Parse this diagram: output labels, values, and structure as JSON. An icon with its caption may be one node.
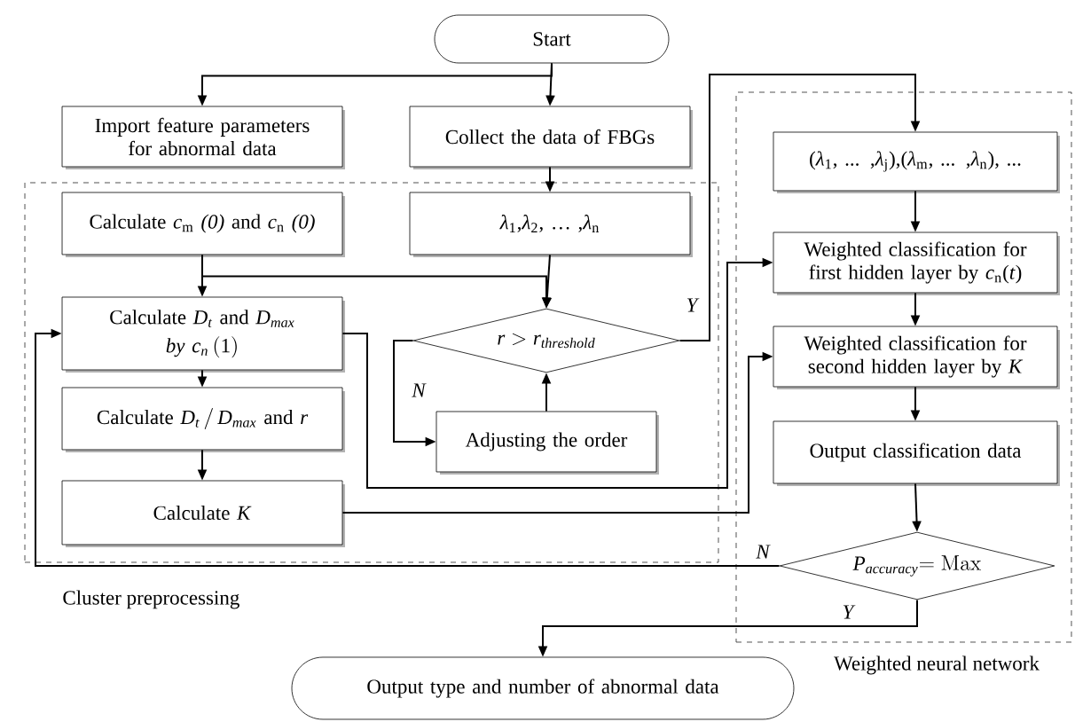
{
  "diagram": {
    "nodes": [
      {
        "text": [
          "Start"
        ]
      },
      {
        "text": [
          "Import feature parameters for abnormal data"
        ]
      },
      {
        "text": [
          "Collect the data of FBGs"
        ]
      },
      {
        "text": [
          "Cluster preprocessing"
        ]
      },
      {
        "text": [
          "Calculate *c*$_{m}$ *(0)* and *c*$_{n}$ *(0)*"
        ],
        "in": 3
      },
      {
        "text": [
          "*λ*$_{1}$,*λ*$_{2}$, … ,*λ*$_{n}$"
        ],
        "in": 3
      },
      {
        "text": [
          "\\begin{gathered}\\text{Calculate } D_t \\text{ and } D_{max}\\\\ by\\ c_n\\,(1)\\end{gathered}"
        ],
        "in": 3
      },
      {
        "text": [
          "r>r_{threshold}"
        ],
        "in": 3
      },
      {
        "text": [
          "Adjusting the order"
        ],
        "in": 3
      },
      {
        "text": [
          "\\text{Calculate } D_t\\,/\\,D_{max} \\text{ and } r"
        ],
        "in": 3
      },
      {
        "text": [
          "Calculate *K*"
        ],
        "in": 3
      },
      {
        "text": [
          "Weighted neural network"
        ]
      },
      {
        "text": [
          "(*λ*$_{1}$, ... ,*λ*$_{j}$),(*λ*$_{m}$, ... ,*λ*$_{n}$), ..."
        ],
        "in": 11
      },
      {
        "text": [
          "Weighted classification for first hidden layer by *c*$_{n}$(*t*)"
        ],
        "in": 11
      },
      {
        "text": [
          "Weighted classification for second hidden layer by *K*"
        ],
        "in": 11
      },
      {
        "text": [
          "Output classification data"
        ],
        "in": 11
      },
      {
        "text": [
          "P_{accuracy}\\mathrm{=Max}"
        ],
        "in": 11
      },
      {
        "text": [
          "Output type and number of abnormal data"
        ]
      }
    ],
    "edges": [
      {
        "from": 0,
        "to": 1,
        "arrow": "to"
      },
      {
        "from": 0,
        "to": 2,
        "arrow": "to"
      },
      {
        "from": 2,
        "to": 5,
        "arrow": "to"
      },
      {
        "from": 4,
        "to": 6,
        "arrow": "to"
      },
      {
        "from": 4,
        "to": 7,
        "arrow": "to"
      },
      {
        "from": 5,
        "to": 7,
        "arrow": "to"
      },
      {
        "from": 6,
        "to": 9,
        "arrow": "to"
      },
      {
        "from": 9,
        "to": 10,
        "arrow": "to"
      },
      {
        "from": 6,
        "to": 13,
        "arrow": "to"
      },
      {
        "from": 10,
        "to": 14,
        "arrow": "to"
      },
      {
        "from": 7,
        "to": 8,
        "arrow": "to",
        "label": "N"
      },
      {
        "from": 8,
        "to": 7,
        "arrow": "to"
      },
      {
        "from": 7,
        "to": 12,
        "arrow": "to",
        "label": "Y"
      },
      {
        "from": 12,
        "to": 13,
        "arrow": "to"
      },
      {
        "from": 13,
        "to": 14,
        "arrow": "to"
      },
      {
        "from": 14,
        "to": 15,
        "arrow": "to"
      },
      {
        "from": 15,
        "to": 16,
        "arrow": "to"
      },
      {
        "from": 16,
        "to": 6,
        "arrow": "to",
        "label": "N"
      },
      {
        "from": 16,
        "to": 17,
        "arrow": "to",
        "label": "Y"
      }
    ]
  }
}
